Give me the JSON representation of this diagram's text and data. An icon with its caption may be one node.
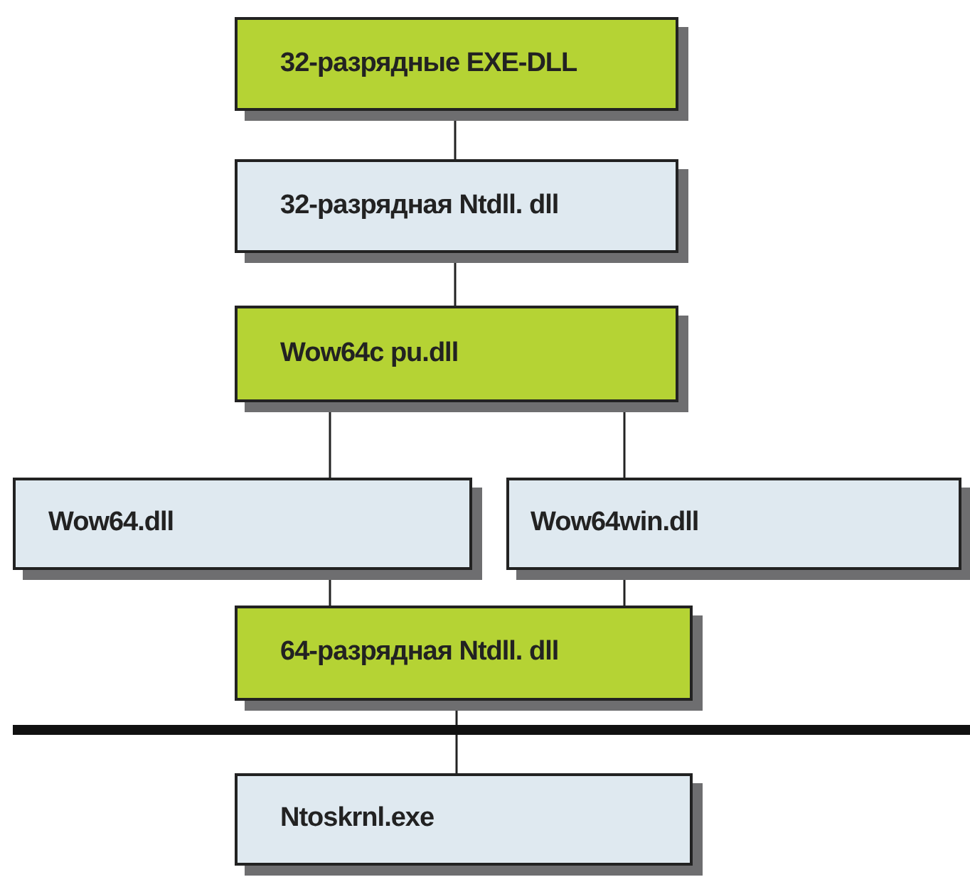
{
  "diagram": {
    "nodes": [
      {
        "text": [
          "32-разрядные EXE-DLL"
        ]
      },
      {
        "text": [
          "32-разрядная Ntdll. dll"
        ]
      },
      {
        "text": [
          "Wow64c pu.dll"
        ]
      },
      {
        "text": [
          "Wow64.dll"
        ]
      },
      {
        "text": [
          "Wow64win.dll"
        ]
      },
      {
        "text": [
          "64-разрядная Ntdll. dll"
        ]
      },
      {
        "text": [
          "Ntoskrnl.exe"
        ]
      }
    ],
    "edges": [
      {
        "from": 0,
        "to": 1,
        "arrow": "none"
      },
      {
        "from": 1,
        "to": 2,
        "arrow": "none"
      },
      {
        "from": 2,
        "to": 3,
        "arrow": "none"
      },
      {
        "from": 2,
        "to": 4,
        "arrow": "none"
      },
      {
        "from": 3,
        "to": 5,
        "arrow": "none"
      },
      {
        "from": 4,
        "to": 5,
        "arrow": "none"
      },
      {
        "from": 5,
        "to": 6,
        "arrow": "none"
      }
    ]
  }
}
